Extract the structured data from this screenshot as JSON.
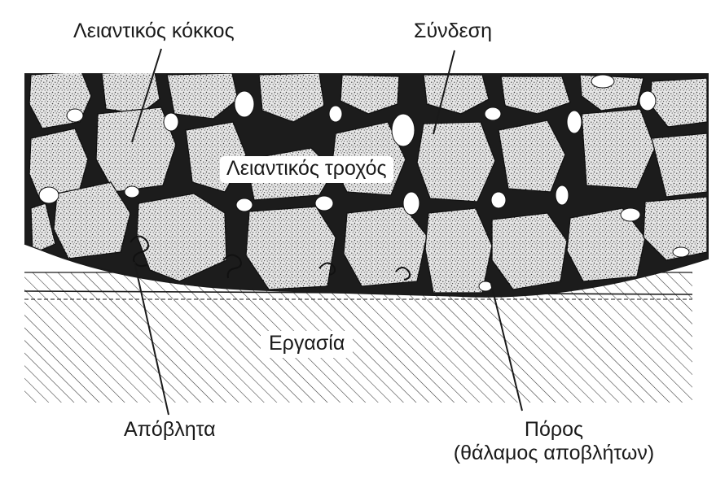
{
  "labels": {
    "abrasive_grain": "Λειαντικός κόκκος",
    "bond": "Σύνδεση",
    "grinding_wheel": "Λειαντικός τροχός",
    "workpiece": "Εργασία",
    "chips": "Απόβλητα",
    "pore_line1": "Πόρος",
    "pore_line2": "(θάλαμος αποβλήτων)"
  },
  "colors": {
    "ink": "#1a1a1a",
    "bond": "#1c1c1c",
    "grain": "#e4e4e4",
    "pore": "#ffffff",
    "background": "#ffffff"
  }
}
